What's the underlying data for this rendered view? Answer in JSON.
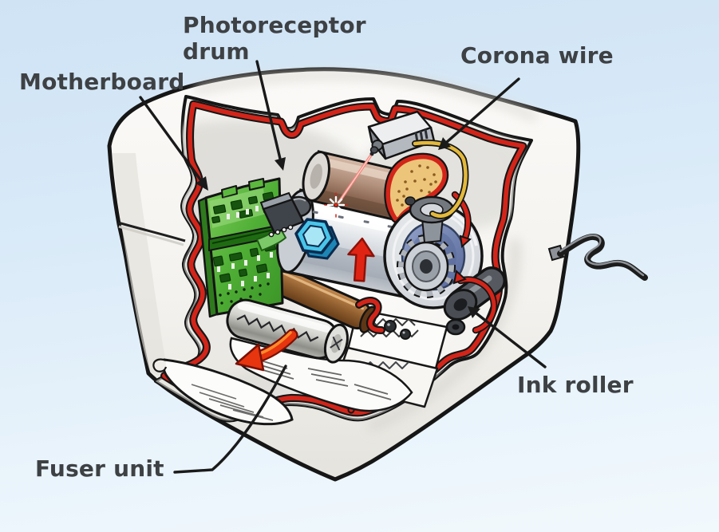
{
  "diagram": {
    "subject": "Laser printer cutaway illustration with labeled internal components",
    "labels": {
      "photoreceptor_line1": "Photoreceptor",
      "photoreceptor_line2": "drum",
      "motherboard": "Motherboard",
      "corona_wire": "Corona wire",
      "ink_roller": "Ink roller",
      "fuser_unit": "Fuser unit"
    }
  },
  "colors": {
    "background_top": "#cfe3f5",
    "background_bottom": "#f2f9fd",
    "label_text": "#3e4144",
    "leader_line": "#1a1a1a",
    "seal_red": "#d2251a",
    "arrow_red": "#e02413",
    "board_green": "#4fae35",
    "cap_cyan": "#49c6ea",
    "sponge_tan": "#ecc57a",
    "corona_gold": "#e3b93c",
    "laser_red": "#f4837a",
    "cord_dark": "#1c1c1c",
    "case_white": "#f4f2ee"
  }
}
